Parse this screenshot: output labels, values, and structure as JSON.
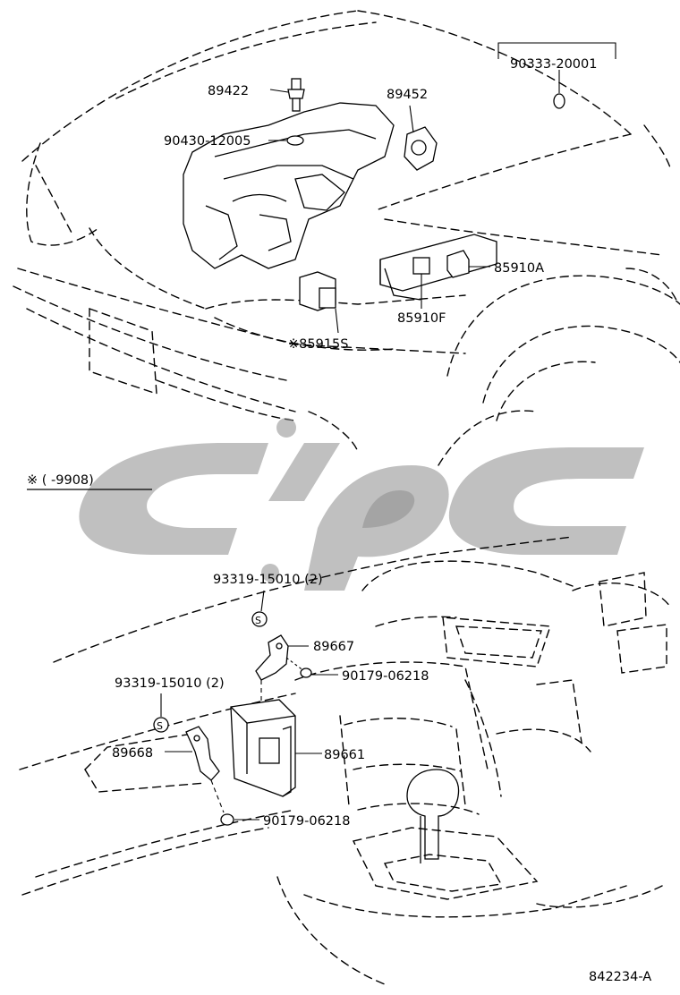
{
  "diagram_code": "842234-A",
  "note": "※ (        -9908)",
  "labels": {
    "p90333": "90333-20001",
    "p89422": "89422",
    "p89452": "89452",
    "p90430": "90430-12005",
    "p85910a": "85910A",
    "p85910f": "85910F",
    "p85915s": "※85915S",
    "p93319a": "93319-15010 (2)",
    "p89667": "89667",
    "p90179a": "90179-06218",
    "p93319b": "93319-15010 (2)",
    "p89668": "89668",
    "p89661": "89661",
    "p90179b": "90179-06218"
  },
  "washer_mark": "S",
  "colors": {
    "line": "#000000",
    "watermark": "#8c8c8c"
  }
}
